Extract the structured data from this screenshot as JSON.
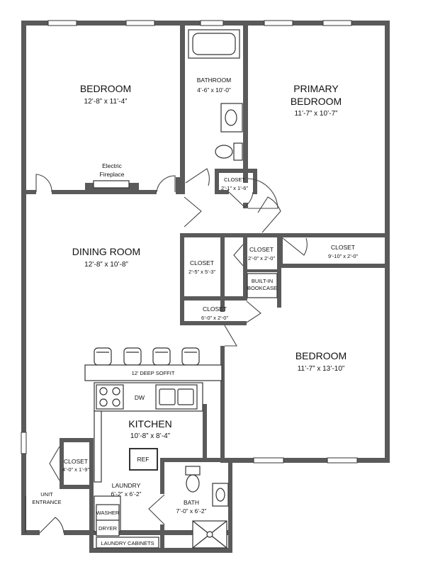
{
  "rooms": {
    "bedroom_1": {
      "name": "BEDROOM",
      "dims": "12’-8” x 11’-4”"
    },
    "bathroom": {
      "name": "BATHROOM",
      "dims": "4’-6” x 10’-0”"
    },
    "primary_bedroom": {
      "name_line1": "PRIMARY",
      "name_line2": "BEDROOM",
      "dims": "11’-7” x 10’-7”"
    },
    "dining_room": {
      "name": "DINING ROOM",
      "dims": "12’-8” x 10’-8”"
    },
    "kitchen": {
      "name": "KITCHEN",
      "dims": "10’-8” x 8’-4”"
    },
    "bedroom_2": {
      "name": "BEDROOM",
      "dims": "11’-7” x 13’-10”"
    },
    "laundry": {
      "name": "LAUNDRY",
      "dims": "6’-2” x 6’-2”"
    },
    "bath": {
      "name": "BATH",
      "dims": "7’-0” x 6’-2”"
    }
  },
  "closets": {
    "hall_small": {
      "name": "CLOSET",
      "dims": "2’-1” x 1’-6”"
    },
    "primary": {
      "name": "CLOSET",
      "dims": "9’-10” x 2’-0”"
    },
    "hall_large": {
      "name": "CLOSET",
      "dims": "2’-5” x 5’-3”"
    },
    "hall_mini": {
      "name": "CLOSET",
      "dims": "2’-0” x 2’-0”"
    },
    "hall_long": {
      "name": "CLOSET",
      "dims": "6’-0” x 2’-0”"
    },
    "entry": {
      "name": "CLOSET",
      "dims": "4’-0” x 1’-9”"
    }
  },
  "fixtures": {
    "fireplace_line1": "Electric",
    "fireplace_line2": "Fireplace",
    "bookcase_line1": "BUILT-IN",
    "bookcase_line2": "BOOKCASE",
    "soffit": "12’ DEEP SOFFIT",
    "dishwasher": "DW",
    "refrigerator": "REF",
    "washer": "WASHER",
    "dryer": "DRYER",
    "laundry_cabinets": "LAUNDRY CABINETS"
  },
  "entrance": {
    "line1": "UNIT",
    "line2": "ENTRANCE"
  }
}
